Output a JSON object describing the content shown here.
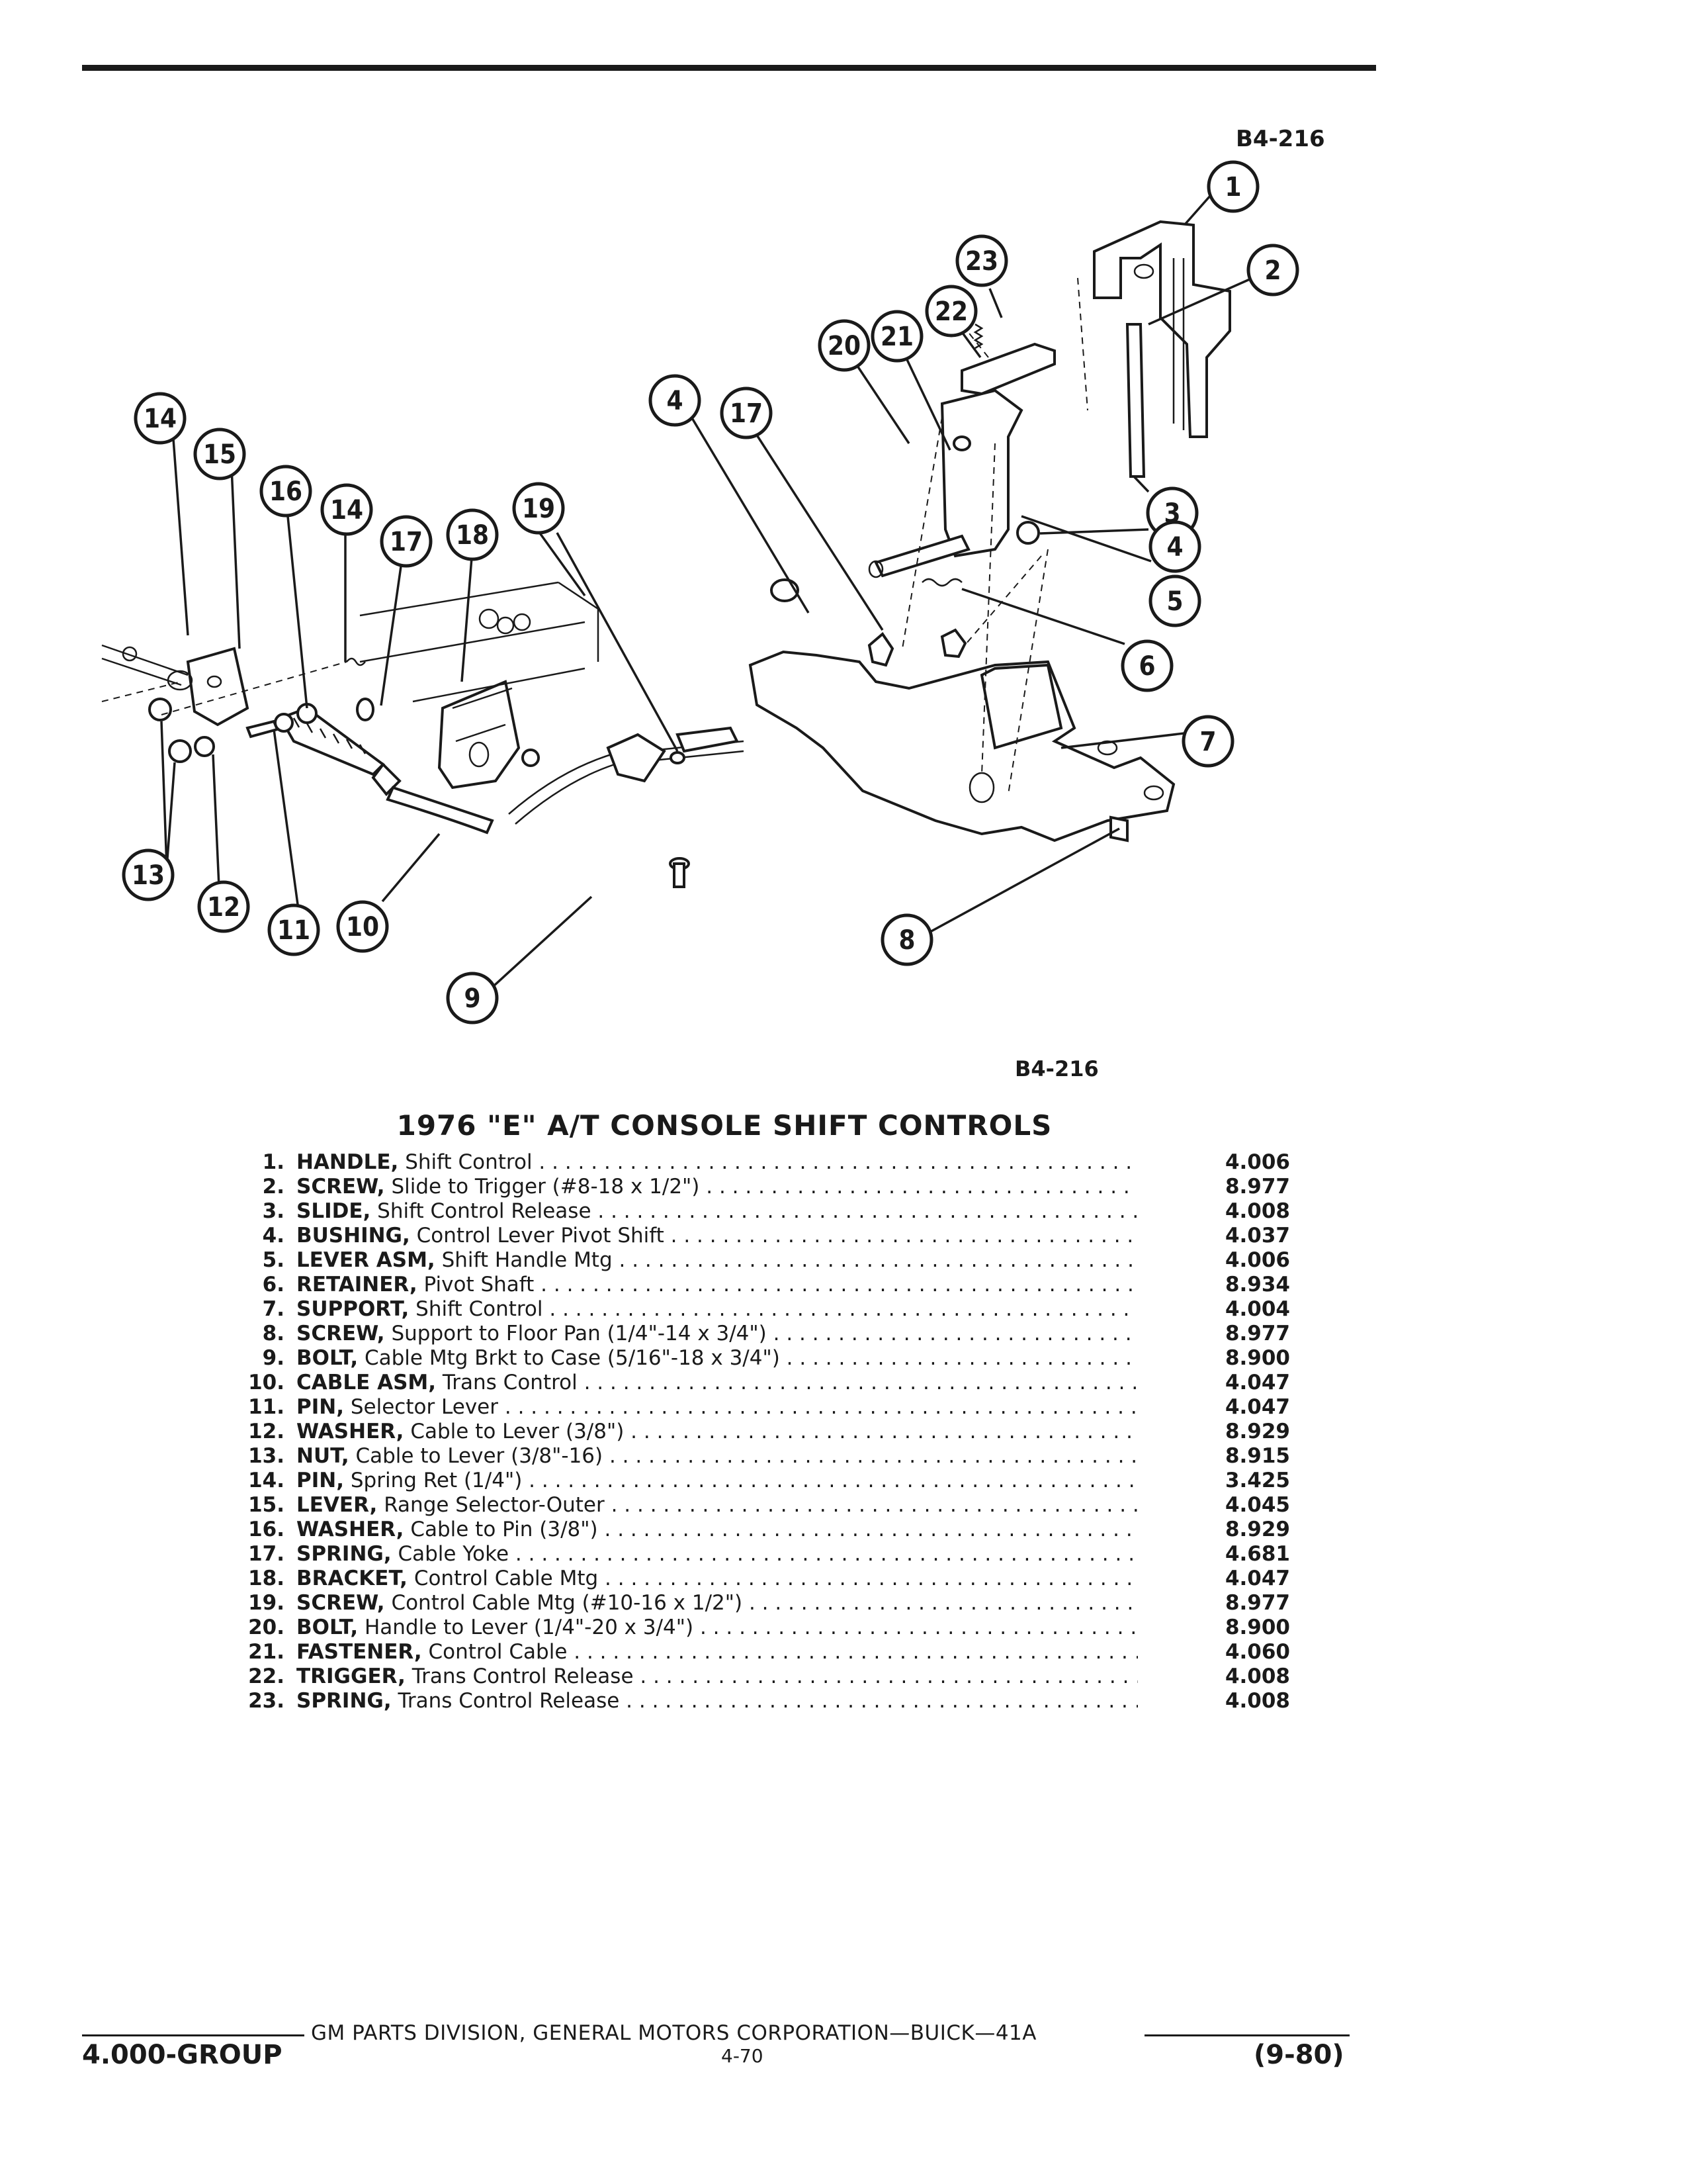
{
  "figure": {
    "id_top": "B4-216",
    "id_bottom": "B4-216"
  },
  "title": "1976 \"E\" A/T CONSOLE SHIFT CONTROLS",
  "callouts": [
    "1",
    "2",
    "3",
    "4",
    "4",
    "5",
    "6",
    "7",
    "8",
    "9",
    "10",
    "11",
    "12",
    "13",
    "14",
    "14",
    "15",
    "16",
    "17",
    "17",
    "18",
    "19",
    "20",
    "21",
    "22",
    "23"
  ],
  "parts": [
    {
      "no": "1.",
      "name": "HANDLE,",
      "desc": "Shift Control",
      "code": "4.006"
    },
    {
      "no": "2.",
      "name": "SCREW,",
      "desc": "Slide to Trigger (#8-18 x 1/2\")",
      "code": "8.977"
    },
    {
      "no": "3.",
      "name": "SLIDE,",
      "desc": "Shift Control Release",
      "code": "4.008"
    },
    {
      "no": "4.",
      "name": "BUSHING,",
      "desc": "Control Lever Pivot Shift",
      "code": "4.037"
    },
    {
      "no": "5.",
      "name": "LEVER ASM,",
      "desc": "Shift Handle Mtg",
      "code": "4.006"
    },
    {
      "no": "6.",
      "name": "RETAINER,",
      "desc": "Pivot Shaft",
      "code": "8.934"
    },
    {
      "no": "7.",
      "name": "SUPPORT,",
      "desc": "Shift Control",
      "code": "4.004"
    },
    {
      "no": "8.",
      "name": "SCREW,",
      "desc": "Support to Floor Pan (1/4\"-14 x 3/4\")",
      "code": "8.977"
    },
    {
      "no": "9.",
      "name": "BOLT,",
      "desc": "Cable Mtg Brkt to Case (5/16\"-18 x 3/4\")",
      "code": "8.900"
    },
    {
      "no": "10.",
      "name": "CABLE ASM,",
      "desc": "Trans Control",
      "code": "4.047"
    },
    {
      "no": "11.",
      "name": "PIN,",
      "desc": "Selector Lever",
      "code": "4.047"
    },
    {
      "no": "12.",
      "name": "WASHER,",
      "desc": "Cable to Lever (3/8\")",
      "code": "8.929"
    },
    {
      "no": "13.",
      "name": "NUT,",
      "desc": "Cable to Lever (3/8\"-16)",
      "code": "8.915"
    },
    {
      "no": "14.",
      "name": "PIN,",
      "desc": "Spring Ret (1/4\")",
      "code": "3.425"
    },
    {
      "no": "15.",
      "name": "LEVER,",
      "desc": "Range Selector-Outer",
      "code": "4.045"
    },
    {
      "no": "16.",
      "name": "WASHER,",
      "desc": "Cable to Pin (3/8\")",
      "code": "8.929"
    },
    {
      "no": "17.",
      "name": "SPRING,",
      "desc": "Cable Yoke",
      "code": "4.681"
    },
    {
      "no": "18.",
      "name": "BRACKET,",
      "desc": "Control Cable Mtg",
      "code": "4.047"
    },
    {
      "no": "19.",
      "name": "SCREW,",
      "desc": "Control Cable Mtg (#10-16 x 1/2\")",
      "code": "8.977"
    },
    {
      "no": "20.",
      "name": "BOLT,",
      "desc": "Handle to Lever (1/4\"-20 x 3/4\")",
      "code": "8.900"
    },
    {
      "no": "21.",
      "name": "FASTENER,",
      "desc": "Control Cable",
      "code": "4.060"
    },
    {
      "no": "22.",
      "name": "TRIGGER,",
      "desc": "Trans Control Release",
      "code": "4.008"
    },
    {
      "no": "23.",
      "name": "SPRING,",
      "desc": "Trans Control Release",
      "code": "4.008"
    }
  ],
  "footer": {
    "center": "GM PARTS DIVISION, GENERAL MOTORS CORPORATION—BUICK—41A",
    "left": "4.000-GROUP",
    "page": "4-70",
    "right": "(9-80)"
  }
}
